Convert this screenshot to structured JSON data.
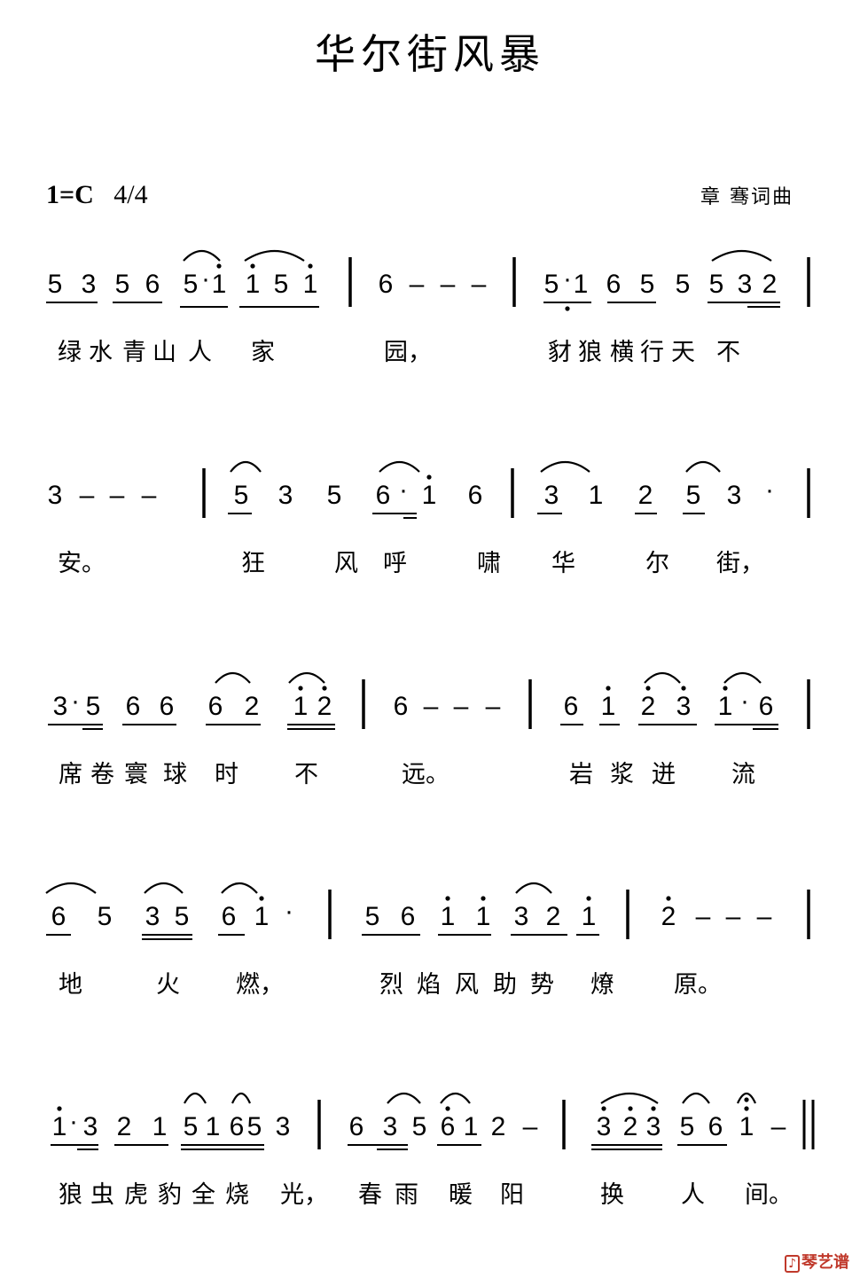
{
  "title": "华尔街风暴",
  "key_signature": "1=C",
  "time_signature": "4/4",
  "author": "章 骞词曲",
  "watermark": "琴艺谱",
  "lines": [
    {
      "notes": [
        "5",
        "3",
        "5",
        "6",
        "5",
        "·",
        "1",
        "1",
        "5",
        "1",
        "|",
        "6",
        "–",
        "–",
        "–",
        "|",
        "5",
        "·",
        "1",
        "6",
        "5",
        "5",
        "5",
        "3",
        "2",
        "|"
      ],
      "lyrics": [
        "绿",
        "水",
        "青",
        "山",
        "人",
        "家",
        "园，",
        "豺",
        "狼",
        "横",
        "行",
        "天",
        "不"
      ]
    },
    {
      "notes": [
        "3",
        "–",
        "–",
        "–",
        "|",
        "5",
        "3",
        "5",
        "6",
        "·",
        "1",
        "6",
        "|",
        "3",
        "1",
        "2",
        "5",
        "3",
        "·",
        "|"
      ],
      "lyrics": [
        "安。",
        "狂",
        "风",
        "呼",
        "啸",
        "华",
        "尔",
        "街，"
      ]
    },
    {
      "notes": [
        "3",
        "·",
        "5",
        "6",
        "6",
        "6",
        "2",
        "1",
        "2",
        "|",
        "6",
        "–",
        "–",
        "–",
        "|",
        "6",
        "1",
        "2",
        "3",
        "1",
        "·",
        "6",
        "|"
      ],
      "lyrics": [
        "席",
        "卷",
        "寰",
        "球",
        "时",
        "不",
        "远。",
        "岩",
        "浆",
        "迸",
        "流"
      ]
    },
    {
      "notes": [
        "6",
        "5",
        "3",
        "5",
        "6",
        "1",
        "·",
        "|",
        "5",
        "6",
        "1",
        "1",
        "3",
        "2",
        "1",
        "|",
        "2",
        "–",
        "–",
        "–",
        "|"
      ],
      "lyrics": [
        "地",
        "火",
        "燃，",
        "烈",
        "焰",
        "风",
        "助",
        "势",
        "燎",
        "原。"
      ]
    },
    {
      "notes": [
        "1",
        "·",
        "3",
        "2",
        "1",
        "5",
        "1",
        "6",
        "5",
        "3",
        "|",
        "6",
        "3",
        "5",
        "6",
        "1",
        "2",
        "–",
        "|",
        "3",
        "2",
        "3",
        "5",
        "6",
        "1",
        "–",
        "||"
      ],
      "lyrics": [
        "狼",
        "虫",
        "虎",
        "豹",
        "全",
        "烧",
        "光，",
        "春",
        "雨",
        "暖",
        "阳",
        "换",
        "人",
        "间。"
      ]
    }
  ]
}
